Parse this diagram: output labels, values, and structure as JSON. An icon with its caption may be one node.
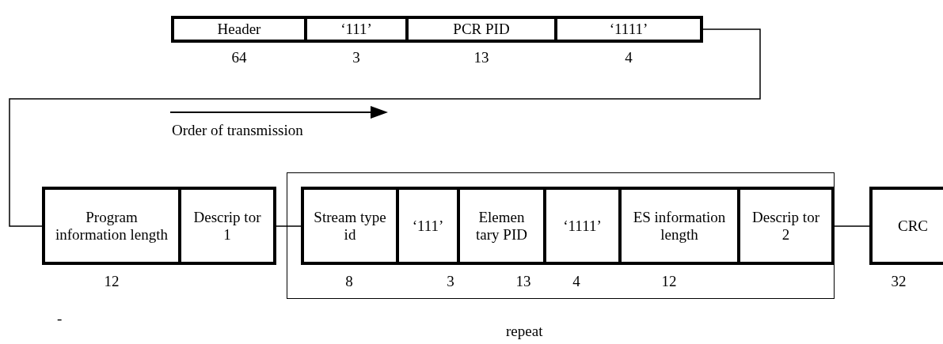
{
  "diagram": {
    "nodes": [
      {
        "text": [
          "Header"
        ],
        "beside": [
          "64"
        ]
      },
      {
        "text": [
          "‘111’"
        ],
        "beside": [
          "3"
        ]
      },
      {
        "text": [
          "PCR PID"
        ],
        "beside": [
          "13"
        ]
      },
      {
        "text": [
          "‘1111’"
        ],
        "beside": [
          "4"
        ]
      },
      {
        "text": [
          "Program information length"
        ],
        "beside": [
          "12"
        ]
      },
      {
        "text": [
          "Descrip tor 1"
        ]
      },
      {
        "text": [
          "repeat"
        ]
      },
      {
        "text": [
          "Stream type id"
        ],
        "in": 6,
        "beside": [
          "8"
        ]
      },
      {
        "text": [
          "‘111’"
        ],
        "in": 6,
        "beside": [
          "3"
        ]
      },
      {
        "text": [
          "Elemen tary PID"
        ],
        "in": 6,
        "beside": [
          "13"
        ]
      },
      {
        "text": [
          "‘1111’"
        ],
        "in": 6,
        "beside": [
          "4"
        ]
      },
      {
        "text": [
          "ES information length"
        ],
        "in": 6,
        "beside": [
          "12"
        ]
      },
      {
        "text": [
          "Descrip tor 2"
        ],
        "in": 6
      },
      {
        "text": [
          "CRC"
        ],
        "beside": [
          "32"
        ]
      }
    ],
    "edges": [
      {
        "from": 3,
        "to": 4,
        "arrow": "none"
      },
      {
        "from": 5,
        "to": 7,
        "arrow": "none"
      },
      {
        "from": 12,
        "to": 13,
        "arrow": "none"
      }
    ],
    "labels": [
      "Order of transmission",
      "-"
    ]
  }
}
